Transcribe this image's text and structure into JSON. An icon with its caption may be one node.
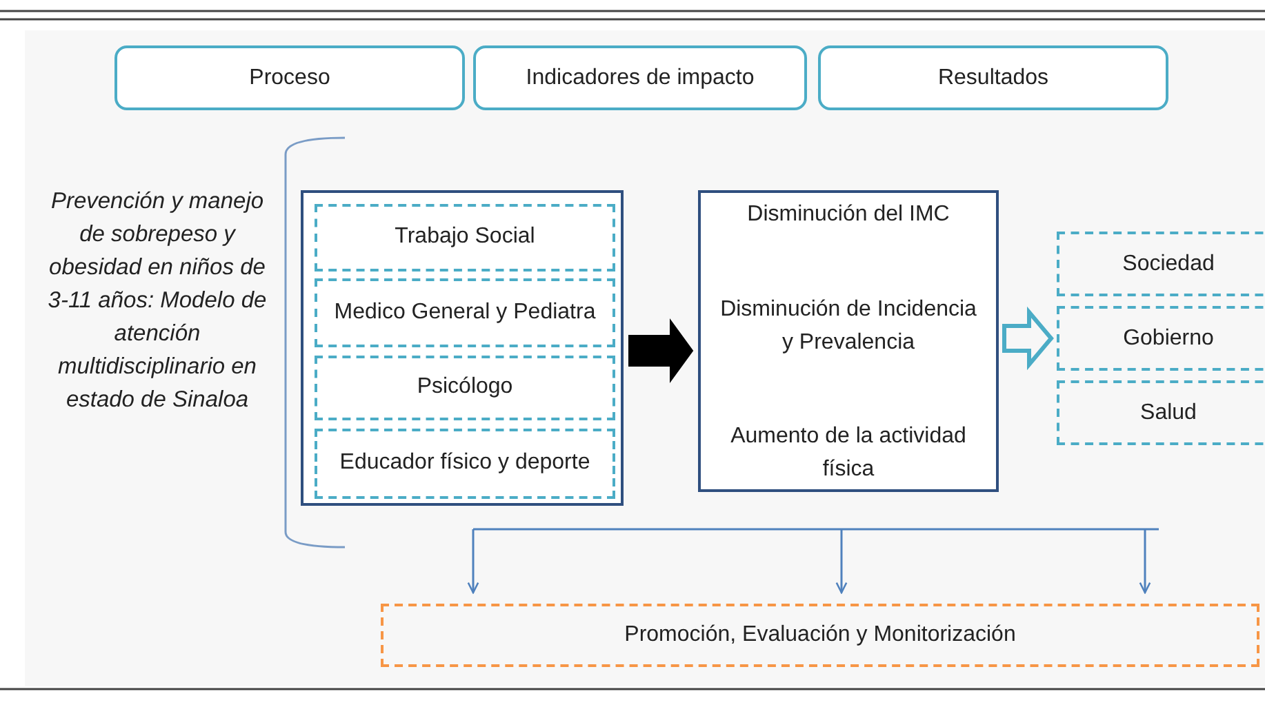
{
  "diagram": {
    "nodes": [
      {
        "text": [
          "Proceso"
        ]
      },
      {
        "text": [
          "Indicadores de impacto"
        ]
      },
      {
        "text": [
          "Resultados"
        ]
      },
      {
        "text": [],
        "shape": "box"
      },
      {
        "text": [
          "Trabajo Social"
        ],
        "in": 3
      },
      {
        "text": [
          "Medico General y Pediatra"
        ],
        "in": 3
      },
      {
        "text": [
          "Psicólogo"
        ],
        "in": 3
      },
      {
        "text": [
          "Educador físico y deporte"
        ],
        "in": 3
      },
      {
        "text": [
          "Disminución del IMC",
          "Disminución de Incidencia y Prevalencia",
          "Aumento de la actividad física"
        ]
      },
      {
        "text": [
          "Sociedad"
        ]
      },
      {
        "text": [
          "Gobierno"
        ]
      },
      {
        "text": [
          "Salud"
        ]
      },
      {
        "text": [
          "Promoción, Evaluación y Monitorización"
        ]
      }
    ],
    "edges": [
      {
        "from": 3,
        "to": 8,
        "arrow": "to",
        "style": "thick",
        "color": "#000000"
      },
      {
        "from": 8,
        "to": 10,
        "arrow": "to",
        "color": "#4bacc6"
      },
      {
        "from": null,
        "to": 12,
        "arrow": "to"
      },
      {
        "from": null,
        "to": 12,
        "arrow": "to"
      },
      {
        "from": null,
        "to": 12,
        "arrow": "to"
      }
    ],
    "labels": [
      "Prevención y manejo de sobrepeso y obesidad en niños de 3-11 años: Modelo de atención multidisciplinario en estado de Sinaloa"
    ]
  }
}
